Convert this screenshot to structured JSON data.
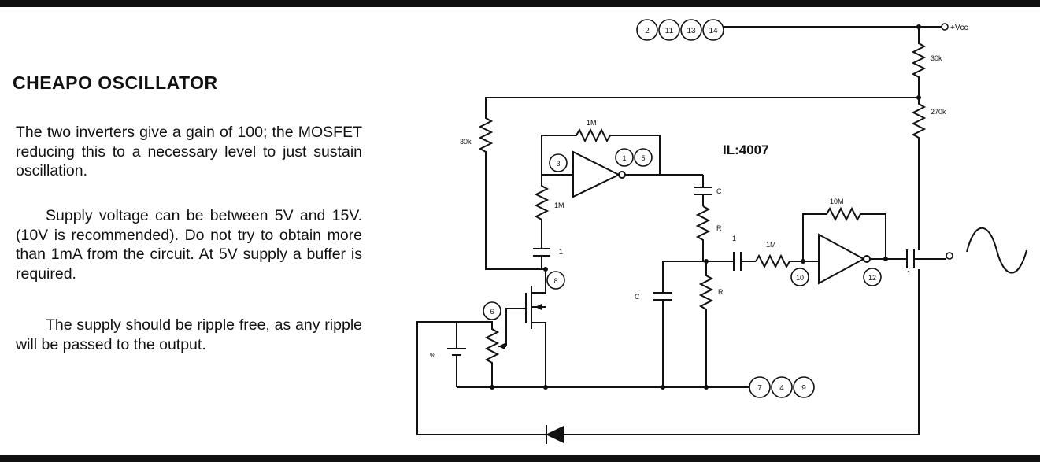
{
  "article": {
    "title": "CHEAPO OSCILLATOR",
    "paragraphs": [
      "The two inverters give a gain of 100; the MOSFET reducing this to a necessary level to just sustain oscillation.",
      "Supply voltage can be between 5V and 15V. (10V is recommended). Do not try to obtain more than 1mA from the circuit. At 5V supply a buffer is required.",
      "The supply should be ripple free, as any ripple will be passed to the output."
    ]
  },
  "schematic": {
    "ic_label": "IL:4007",
    "supply_label": "+Vcc",
    "supply_pins": [
      "2",
      "11",
      "13",
      "14"
    ],
    "ground_pins": [
      "7",
      "4",
      "9"
    ],
    "inverter1_pins": {
      "input": "3",
      "outputs": [
        "1",
        "5"
      ]
    },
    "inverter2_pins": {
      "input": "10",
      "output": "12"
    },
    "mosfet_pins": {
      "drain": "8",
      "gate": "6"
    },
    "labels": {
      "r_top": "30k",
      "r_mid": "270k",
      "r_left": "30k",
      "r_fb1": "1M",
      "r_in1": "1M",
      "c_couple1": "1",
      "c_top": "C",
      "r_upper": "R",
      "c_couple2": "1",
      "r_in2": "1M",
      "r_fb2": "10M",
      "c_shunt": "C",
      "r_lower": "R",
      "c_out": "1",
      "pot": "%"
    }
  }
}
